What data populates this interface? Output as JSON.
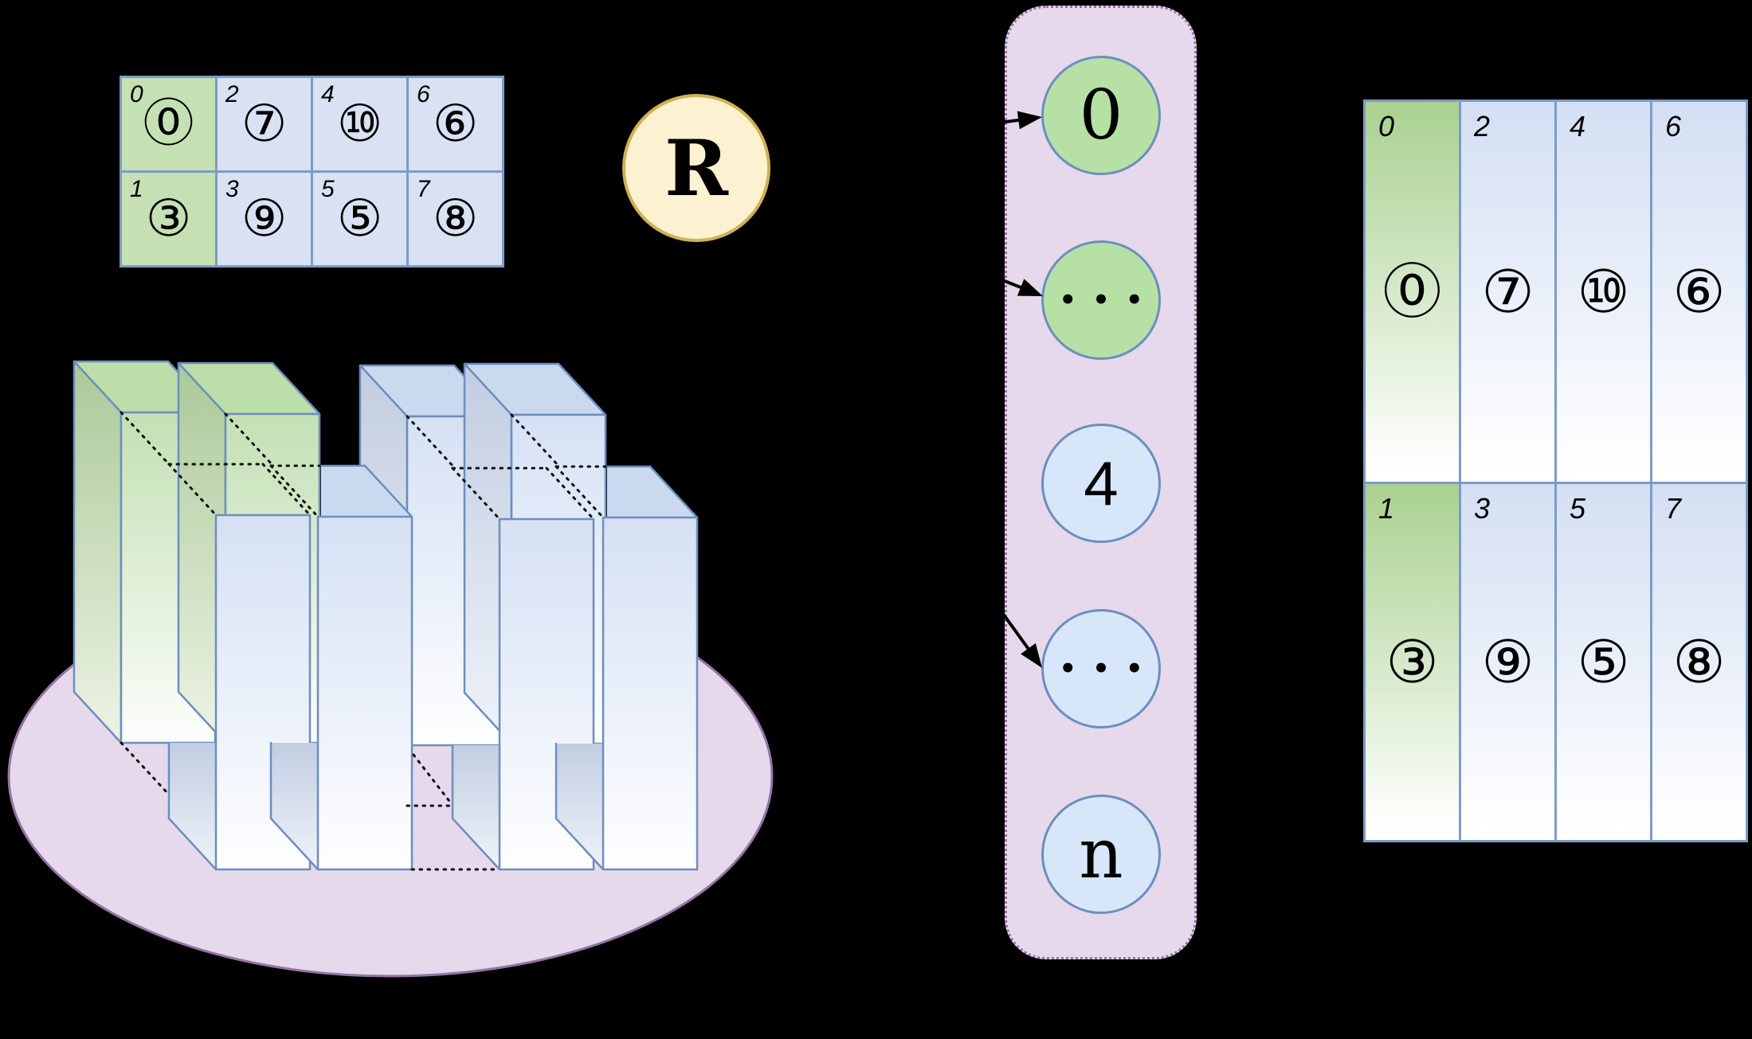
{
  "matrix_table": {
    "rows": [
      {
        "cells": [
          {
            "index": "0",
            "value": "⓪",
            "variant": "green"
          },
          {
            "index": "2",
            "value": "⑦",
            "variant": "blue"
          },
          {
            "index": "4",
            "value": "⑩",
            "variant": "blue"
          },
          {
            "index": "6",
            "value": "⑥",
            "variant": "blue"
          }
        ]
      },
      {
        "cells": [
          {
            "index": "1",
            "value": "③",
            "variant": "green"
          },
          {
            "index": "3",
            "value": "⑨",
            "variant": "blue"
          },
          {
            "index": "5",
            "value": "⑤",
            "variant": "blue"
          },
          {
            "index": "7",
            "value": "⑧",
            "variant": "blue"
          }
        ]
      }
    ]
  },
  "relation_node": {
    "label": "R"
  },
  "vector_list": {
    "items": [
      {
        "label": "0",
        "variant": "green",
        "type": "number-serif",
        "arrow": true
      },
      {
        "label": "•••",
        "variant": "green",
        "type": "dots",
        "arrow": true
      },
      {
        "label": "4",
        "variant": "blue",
        "type": "number-sans",
        "arrow": false
      },
      {
        "label": "•••",
        "variant": "blue",
        "type": "dots",
        "arrow": true
      },
      {
        "label": "n",
        "variant": "blue",
        "type": "number-serif",
        "arrow": false
      }
    ]
  },
  "columns_table": {
    "rows": [
      {
        "cells": [
          {
            "index": "0",
            "value": "⓪",
            "variant": "green"
          },
          {
            "index": "2",
            "value": "⑦",
            "variant": "blue"
          },
          {
            "index": "4",
            "value": "⑩",
            "variant": "blue"
          },
          {
            "index": "6",
            "value": "⑥",
            "variant": "blue"
          }
        ]
      },
      {
        "cells": [
          {
            "index": "1",
            "value": "③",
            "variant": "green"
          },
          {
            "index": "3",
            "value": "⑨",
            "variant": "blue"
          },
          {
            "index": "5",
            "value": "⑤",
            "variant": "blue"
          },
          {
            "index": "7",
            "value": "⑧",
            "variant": "blue"
          }
        ]
      }
    ]
  },
  "bars_figure": {
    "back_row_variants": [
      "green",
      "green",
      "blue",
      "blue"
    ],
    "front_row_variants": [
      "blue",
      "blue",
      "blue",
      "blue"
    ]
  },
  "colors": {
    "background": "#000000",
    "table_border": "#7D9BC8",
    "cell_green": "#C5E0B2",
    "cell_blue": "#D9E2F3",
    "node_fill": "#FCF2D2",
    "node_border": "#D0B254",
    "pill_fill": "#E5D9EB",
    "pill_border": "#9673A6",
    "circle_border": "#6C8EBF",
    "circle_green": "#B7E0A5",
    "circle_blue": "#D7E7F9",
    "ellipse_fill": "#E5D9EB",
    "ellipse_border": "#9673A6",
    "bar_stroke": "#6C8EBF",
    "arrow": "#000000",
    "bars": {
      "green": {
        "front": [
          "#C3E0B3",
          "#FCFEFB"
        ],
        "left": [
          "#ABC998",
          "#EDF3E5"
        ],
        "top": "#BCDFA9"
      },
      "blue": {
        "front": [
          "#D5E1F4",
          "#FEFEFF"
        ],
        "left": [
          "#C2CDE2",
          "#EFF3F9"
        ],
        "top": "#CBD9EF"
      }
    }
  }
}
